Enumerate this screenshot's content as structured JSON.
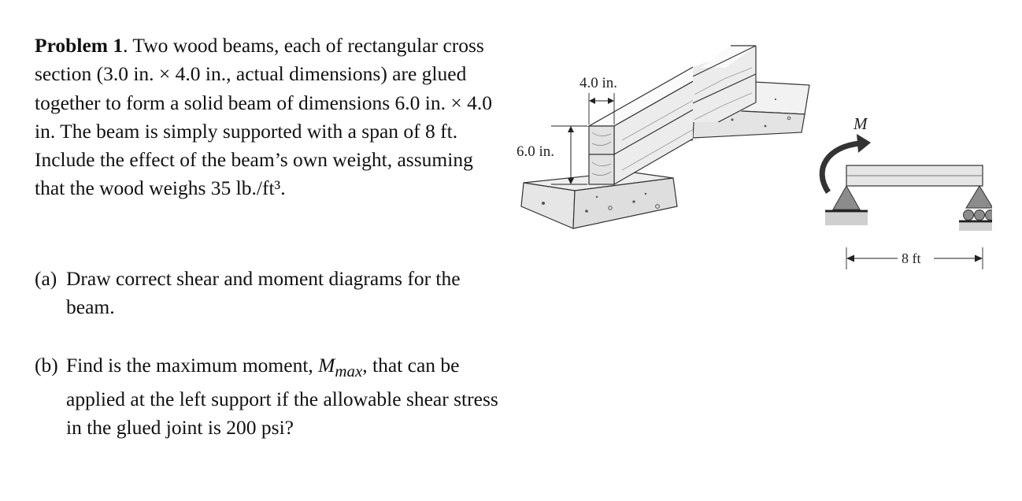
{
  "problem": {
    "label": "Problem 1",
    "statement": ". Two wood beams, each of rectangular cross section (3.0 in. × 4.0 in., actual dimensions) are glued together to form a solid beam of dimensions 6.0 in. × 4.0 in. The beam is simply supported with a span of 8 ft. Include the effect of the beam’s own weight, assuming that the wood weighs 35 lb./ft³."
  },
  "parts": [
    {
      "label": "(a)",
      "text": "Draw correct shear and moment diagrams for the beam."
    },
    {
      "label": "(b)",
      "text_before": "Find is the maximum moment, ",
      "math_main": "M",
      "math_sub": "max",
      "text_after": ", that can be applied at the left support if the allowable shear stress in the glued joint is 200 psi?"
    }
  ],
  "figure_left": {
    "width_label": "4.0 in.",
    "height_label": "6.0 in."
  },
  "figure_right": {
    "moment_label": "M",
    "span_label": "8 ft"
  }
}
